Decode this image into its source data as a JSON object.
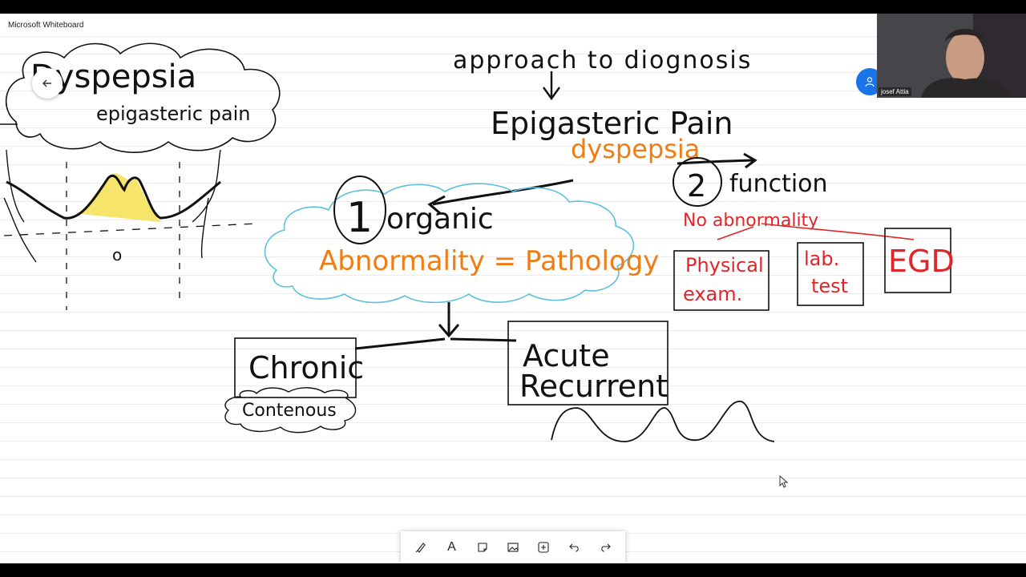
{
  "app": {
    "title": "Microsoft Whiteboard"
  },
  "participant": {
    "name": "josef Attia"
  },
  "board": {
    "left_cloud": {
      "title": "Dyspepsia",
      "subtitle": "epigasteric pain"
    },
    "left_sketch_label": "o",
    "header": "approach to diognosis",
    "main_title": "Epigasteric Pain",
    "main_subtitle": "dyspepsia",
    "branch1": {
      "number": "1",
      "label": "organic",
      "definition": "Abnormality = Pathology"
    },
    "branch2": {
      "number": "2",
      "label": "function",
      "note": "No abnormality"
    },
    "tests": [
      {
        "line1": "Physical",
        "line2": "exam."
      },
      {
        "line1": "lab.",
        "line2": "test"
      },
      {
        "line1": "EGD",
        "line2": ""
      }
    ],
    "chronic": {
      "label": "Chronic",
      "sub": "Contenous"
    },
    "acute": {
      "line1": "Acute",
      "line2": "Recurrent"
    }
  },
  "toolbar": {
    "tools": [
      "pen-tool",
      "text-tool",
      "note-tool",
      "image-tool",
      "add-tool",
      "undo",
      "redo"
    ],
    "text_tool_label": "A"
  },
  "colors": {
    "ink_black": "#111111",
    "ink_orange": "#ef7d14",
    "ink_red": "#e0262a",
    "cloud_blue": "#5bc0de",
    "highlight_yellow": "#f7e46a",
    "accent_blue": "#1a73e8"
  }
}
